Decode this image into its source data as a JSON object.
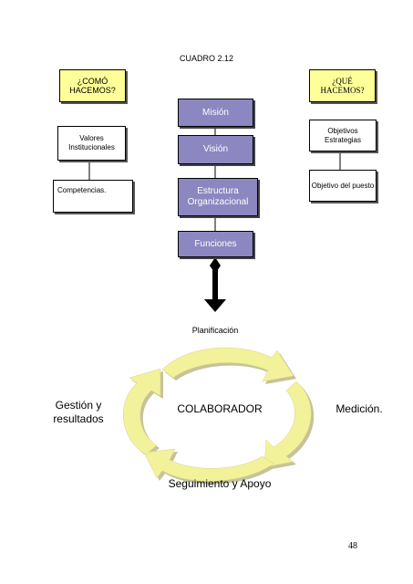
{
  "title": "CUADRO 2.12",
  "left": {
    "heading": "¿COMÓ HACEMOS?",
    "box1": "Valores Institucionales",
    "box2": "Competencias."
  },
  "center": {
    "box1": "Misión",
    "box2": "Visión",
    "box3": "Estructura Organizacional",
    "box4": "Funciones"
  },
  "right": {
    "heading": "¿QUÉ HACEMOS?",
    "box1": "Objetivos Estrategias",
    "box2": "Objetivo del puesto"
  },
  "cycle": {
    "top": "Planificación",
    "left": "Gestión y resultados",
    "center": "COLABORADOR",
    "right": "Medición.",
    "bottom": "Seguimiento y Apoyo"
  },
  "page_number": "48",
  "colors": {
    "yellow": "#ffff99",
    "purple": "#8c87c0",
    "arrow_fill": "#f2f29a",
    "arrow_shadow": "#c6c29a"
  }
}
